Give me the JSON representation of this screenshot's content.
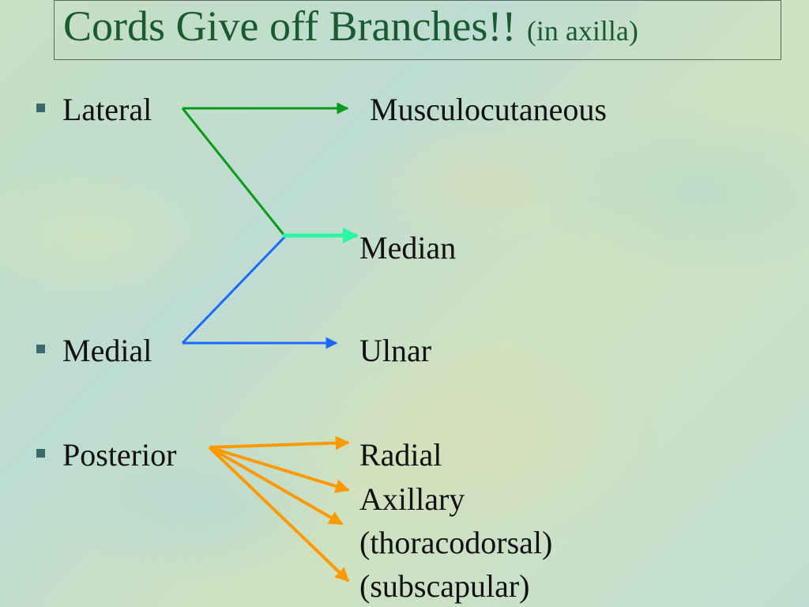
{
  "title": {
    "main": "Cords Give off Branches!!",
    "sub": "(in axilla)"
  },
  "cords": {
    "lateral": "Lateral",
    "medial": "Medial",
    "posterior": "Posterior"
  },
  "branches": {
    "musculocutaneous": "Musculocutaneous",
    "median": "Median",
    "ulnar": "Ulnar",
    "radial": "Radial",
    "axillary": "Axillary",
    "thoracodorsal": "(thoracodorsal)",
    "subscapular": "(subscapular)"
  },
  "colors": {
    "lateral_arrow": "#0a9a1a",
    "median_arrow": "#2af5a0",
    "medial_arrow": "#1a6aff",
    "posterior_arrow": "#ff9900",
    "title": "#1a5a30",
    "bullet": "#3a6a6a"
  }
}
